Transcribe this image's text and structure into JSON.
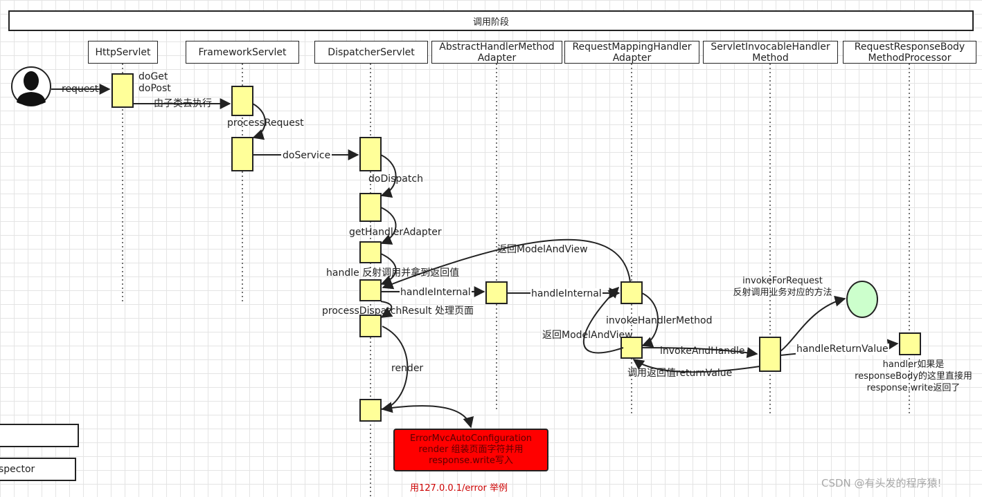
{
  "title": "调用阶段",
  "lifelines": [
    "HttpServlet",
    "FrameworkServlet",
    "DispatcherServlet",
    "AbstractHandlerMethod\nAdapter",
    "RequestMappingHandler\nAdapter",
    "ServletInvocableHandler\nMethod",
    "RequestResponseBody\nMethodProcessor"
  ],
  "labels": {
    "request": "request",
    "doget_dopost": "doGet\ndoPost",
    "subclass_exec": "由子类去执行",
    "process_request": "processRequest",
    "do_service": "doService",
    "do_dispatch": "doDispatch",
    "get_handler_adapter": "getHandlerAdapter",
    "handle": "handle 反射调用并拿到返回值",
    "return_mav_top": "返回ModelAndView",
    "handle_internal_1": "handleInternal",
    "handle_internal_2": "handleInternal",
    "process_dispatch_result": "processDispatchResult 处理页面",
    "invoke_handler_method": "invokeHandlerMethod",
    "return_mav_bottom": "返回ModelAndView",
    "invoke_for_request": "invokeForRequest\n反射调用业务对应的方法",
    "invoke_and_handle": "invokeAndHandle",
    "call_return_value": "调用返回值returnValue",
    "handle_return_value": "handleReturnValue",
    "handler_note": "handler如果是\nresponseBody的这里直接用\nresponse.write返回了",
    "render": "render",
    "error_box": "ErrorMvcAutoConfiguration\nrender  组装页面字符并用\nresponse.write写入",
    "error_example": "用127.0.0.1/error 举例",
    "side_box_2": "spector",
    "watermark": "CSDN @有头发的程序猿!"
  },
  "colors": {
    "activation": "#ffff99",
    "end_node": "#ccffcc",
    "error_box": "#ff0000",
    "error_text": "#cc0000",
    "grid": "#e4e4e4"
  }
}
